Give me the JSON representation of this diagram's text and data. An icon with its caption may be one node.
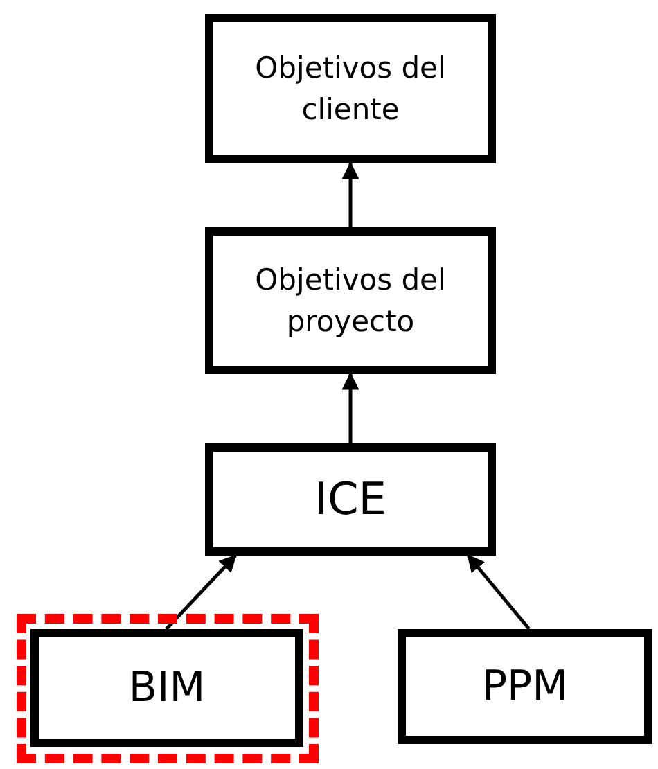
{
  "diagram": {
    "nodes": [
      {
        "text": [
          "Objetivos del cliente"
        ]
      },
      {
        "text": [
          "Objetivos del proyecto"
        ]
      },
      {
        "text": [
          "ICE"
        ]
      },
      {
        "text": [],
        "shape": "box"
      },
      {
        "text": [
          "BIM"
        ],
        "in": 3
      },
      {
        "text": [
          "PPM"
        ]
      }
    ],
    "edges": [
      {
        "from": 1,
        "to": 0,
        "arrow": "to"
      },
      {
        "from": 2,
        "to": 1,
        "arrow": "to"
      },
      {
        "from": 4,
        "to": 2,
        "arrow": "to"
      },
      {
        "from": 5,
        "to": 2,
        "arrow": "to"
      }
    ]
  }
}
